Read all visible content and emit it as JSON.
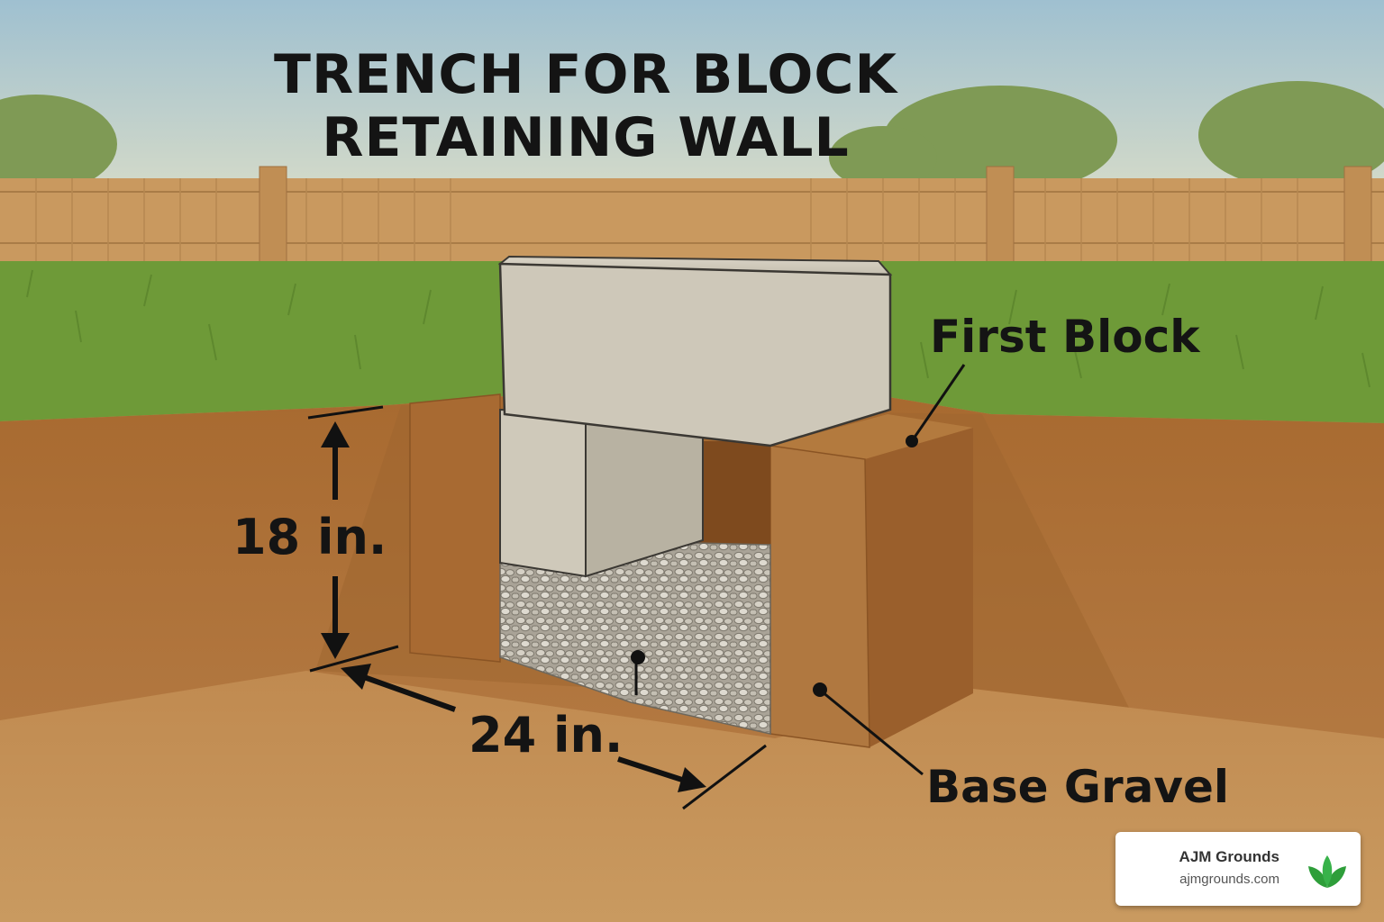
{
  "title": {
    "line1": "TRENCH FOR BLOCK",
    "line2": "RETAINING WALL"
  },
  "labels": {
    "first_block": "First Block",
    "base_gravel": "Base Gravel",
    "depth": "18 in.",
    "width": "24 in."
  },
  "brand": {
    "name": "AJM Grounds",
    "url": "ajmgrounds.com",
    "accent": "#2e9e3a"
  },
  "colors": {
    "sky": "#b9cfd8",
    "fence": "#c89a62",
    "grass": "#6f9a3a",
    "soil": "#b97f42",
    "block": "#c9c3b3",
    "gravel": "#b9b4a8"
  }
}
